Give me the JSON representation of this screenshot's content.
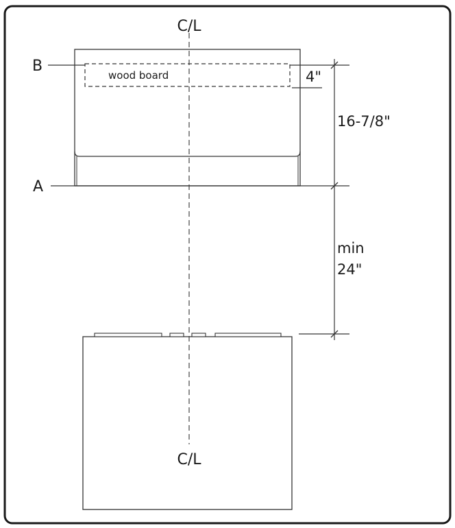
{
  "labels": {
    "centerline_top": "C/L",
    "centerline_bottom": "C/L",
    "point_b": "B",
    "point_a": "A",
    "wood_board": "wood board"
  },
  "dimensions": {
    "board_offset": "4\"",
    "hood_height": "16-7/8\"",
    "clearance_line1": "min",
    "clearance_line2": "24\""
  },
  "colors": {
    "line": "#333333",
    "frame": "#1a1a1a",
    "background": "#ffffff"
  }
}
